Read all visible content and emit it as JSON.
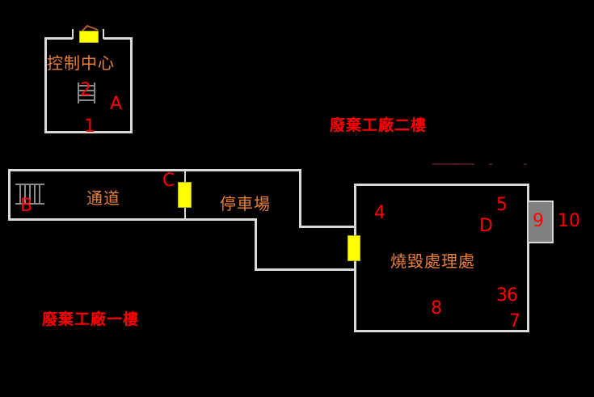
{
  "map": {
    "floor_labels": {
      "second_floor": "廢棄工廠二樓",
      "first_floor": "廢棄工廠一樓"
    },
    "rooms": {
      "control_center": "控制中心",
      "passage": "通道",
      "parking_lot": "停車場",
      "incineration": "燒毀處理處"
    },
    "markers": {
      "m1": "1",
      "m2": "2",
      "mA": "A",
      "mB": "B",
      "mC": "C",
      "m4": "4",
      "m5": "5",
      "mD": "D",
      "m9": "9",
      "m10": "10",
      "m36": "36",
      "m7": "7",
      "m8": "8"
    },
    "colors": {
      "background": "#000000",
      "wall": "#d9d9d9",
      "door": "#ffff00",
      "room_label": "#e8803a",
      "marker": "#ff0000"
    }
  }
}
